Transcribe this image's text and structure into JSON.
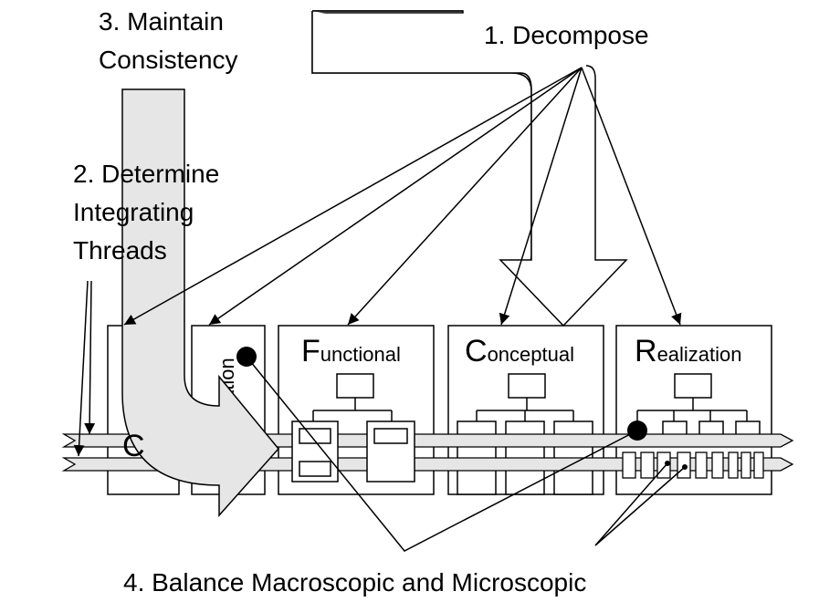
{
  "labels": {
    "decompose": "1. Decompose",
    "integrating_line1": "2. Determine",
    "integrating_line2": "Integrating",
    "integrating_line3": "Threads",
    "consistency_line1": "3. Maintain",
    "consistency_line2": "Consistency",
    "balance": "4. Balance Macroscopic and Microscopic"
  },
  "views": {
    "functional_initial": "F",
    "functional_rest": "unctional",
    "conceptual_initial": "C",
    "conceptual_rest": "onceptual",
    "realization_initial": "R",
    "realization_rest": "ealization",
    "application_fragment": "ation",
    "customer_fragment": "C"
  },
  "colors": {
    "stroke": "#000000",
    "fill_grey": "#e6e6e6",
    "background": "#ffffff"
  }
}
